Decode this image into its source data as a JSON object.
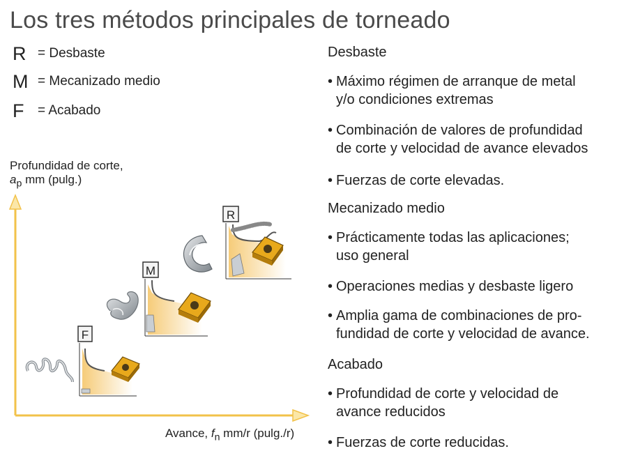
{
  "title": "Los tres métodos principales de torneado",
  "legend": [
    {
      "letter": "R",
      "text": "= Desbaste"
    },
    {
      "letter": "M",
      "text": "= Mecanizado medio"
    },
    {
      "letter": "F",
      "text": "= Acabado"
    }
  ],
  "axes": {
    "y_label_line1": "Profundidad de corte,",
    "y_label_var": "a",
    "y_label_sub": "p",
    "y_label_rest": " mm (pulg.)",
    "x_label_pre": "Avance, ",
    "x_label_var": "f",
    "x_label_sub": "n",
    "x_label_rest": " mm/r (pulg./r)"
  },
  "chart_letters": {
    "finishing": "F",
    "medium": "M",
    "roughing": "R"
  },
  "colors": {
    "axis": "#f2c24a",
    "insert": "#e8a91c",
    "chip": "#9aa0a6",
    "title": "#4a4a4a"
  },
  "sections": [
    {
      "heading": "Desbaste",
      "bullets": [
        {
          "line1": "Máximo régimen de arranque de metal",
          "line2": "y/o condiciones extremas"
        },
        {
          "line1": "Combinación de valores de profundidad",
          "line2": "de corte y velocidad de avance elevados"
        },
        {
          "line1": "Fuerzas de corte elevadas.",
          "line2": ""
        }
      ]
    },
    {
      "heading": "Mecanizado medio",
      "bullets": [
        {
          "line1": "Prácticamente todas las aplicaciones;",
          "line2": "uso general"
        },
        {
          "line1": "Operaciones medias y desbaste ligero",
          "line2": ""
        },
        {
          "line1": "Amplia gama de combinaciones de pro-",
          "line2": "fundidad de corte y velocidad de avance."
        }
      ]
    },
    {
      "heading": "Acabado",
      "bullets": [
        {
          "line1": "Profundidad de corte y velocidad de",
          "line2": "avance reducidos"
        },
        {
          "line1": "Fuerzas de corte reducidas.",
          "line2": ""
        }
      ]
    }
  ]
}
